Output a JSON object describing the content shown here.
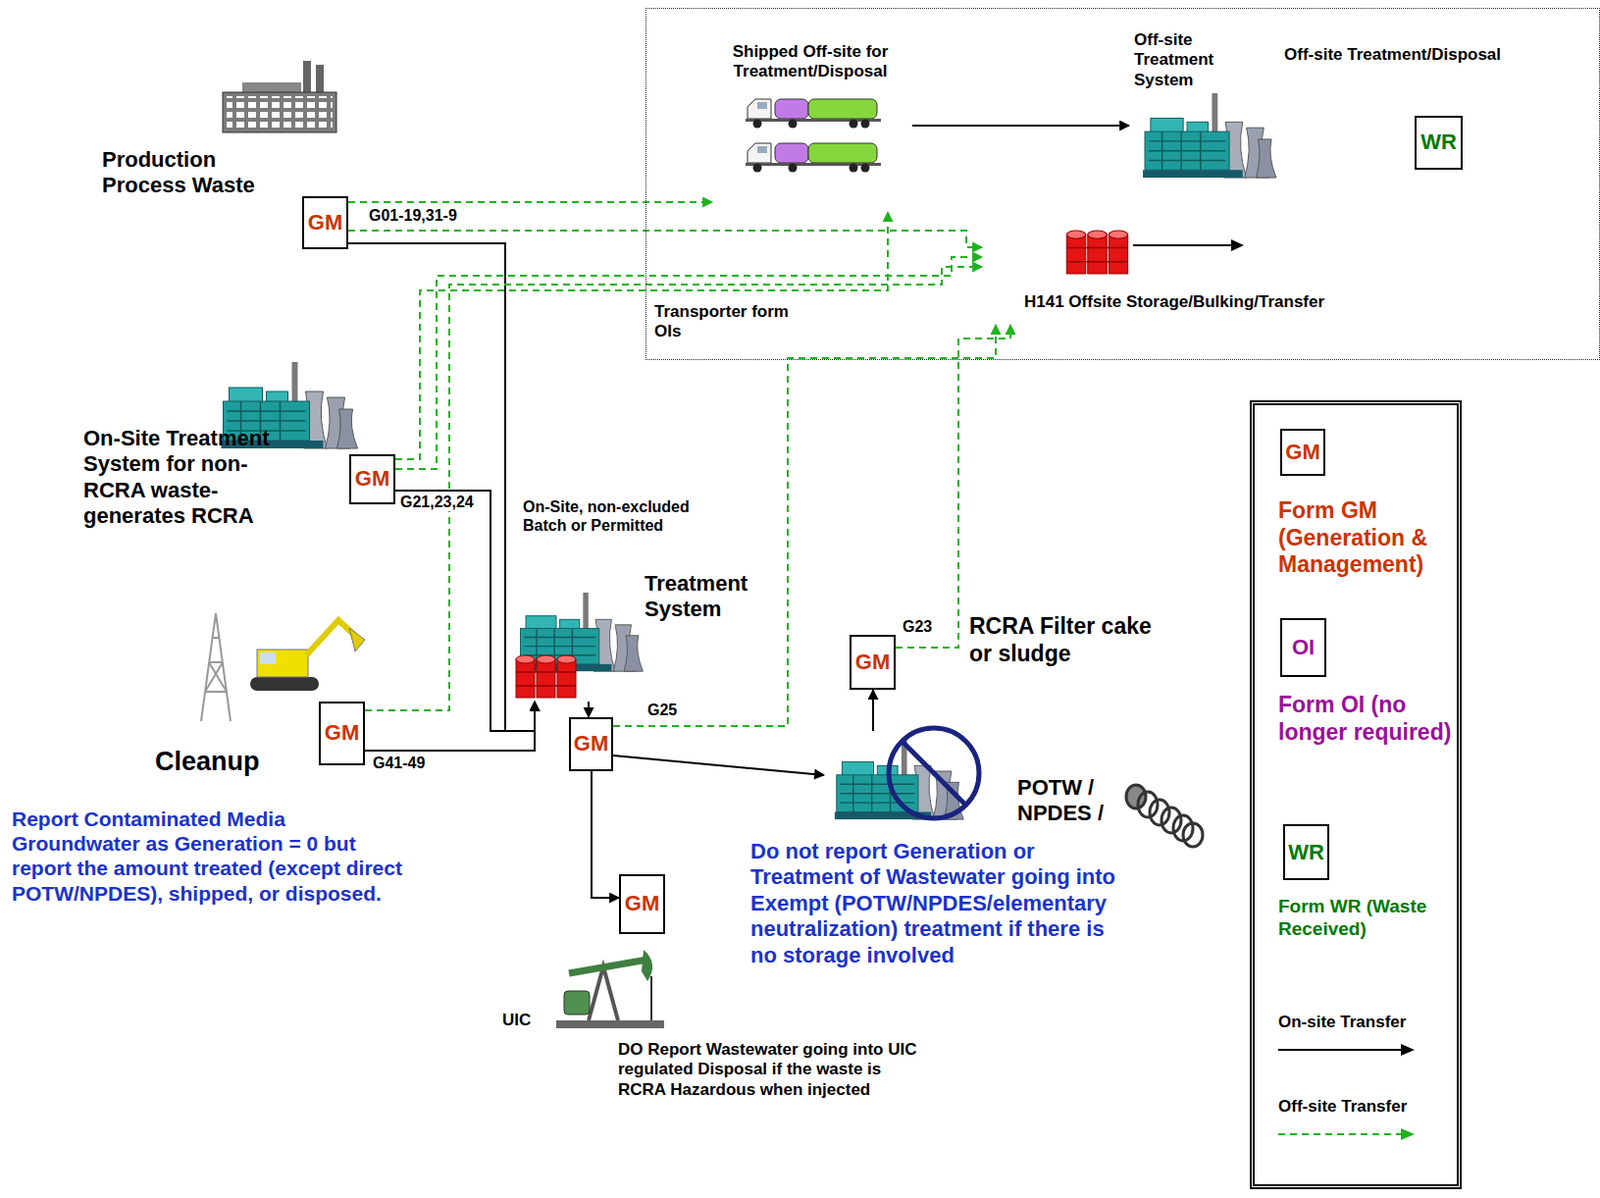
{
  "diagram": {
    "nodes": [
      {
        "text": [
          "Off-site Treatment/Disposal"
        ]
      },
      {
        "text": [
          "Shipped Off-site for Treatment/Disposal"
        ],
        "in": 0
      },
      {
        "text": [
          "Off-site Treatment System"
        ],
        "in": 0
      },
      {
        "text": [
          "WR"
        ],
        "in": 0
      },
      {
        "text": [
          "H141 Offsite Storage/Bulking/Transfer"
        ],
        "in": 0
      },
      {
        "text": [
          "Production Process Waste"
        ]
      },
      {
        "text": [
          "GM"
        ]
      },
      {
        "text": [
          "On-Site Treatment System for non-RCRA waste- generates RCRA"
        ]
      },
      {
        "text": [
          "GM"
        ]
      },
      {
        "text": [
          "On-Site, non-excluded Batch or Permitted",
          "Treatment System"
        ]
      },
      {
        "text": [
          "GM"
        ]
      },
      {
        "text": [
          "Cleanup"
        ]
      },
      {
        "text": [
          "GM"
        ]
      },
      {
        "text": [
          "GM"
        ]
      },
      {
        "text": [
          "POTW / NPDES /"
        ]
      },
      {
        "text": [
          "GM"
        ]
      },
      {
        "text": [
          "UIC"
        ]
      }
    ],
    "edges": [
      {
        "from": 6,
        "to": 1,
        "arrow": "to",
        "label": "G01-19,31-9"
      },
      {
        "from": 6,
        "to": 4,
        "arrow": "to"
      },
      {
        "from": 6,
        "to": 9,
        "arrow": "to"
      },
      {
        "from": 8,
        "to": 1,
        "arrow": "to"
      },
      {
        "from": 8,
        "to": 4,
        "arrow": "to"
      },
      {
        "from": 8,
        "to": 9,
        "arrow": "to",
        "label": "G21,23,24"
      },
      {
        "from": 12,
        "to": 4,
        "arrow": "to"
      },
      {
        "from": 12,
        "to": 9,
        "arrow": "to",
        "label": "G41-49"
      },
      {
        "from": 9,
        "to": 13,
        "arrow": "to"
      },
      {
        "from": 13,
        "to": 4,
        "arrow": "to",
        "label": "G25"
      },
      {
        "from": 13,
        "to": 14,
        "arrow": "to"
      },
      {
        "from": 13,
        "to": 15,
        "arrow": "to"
      },
      {
        "from": 14,
        "to": 10,
        "arrow": "to"
      },
      {
        "from": 10,
        "to": 4,
        "arrow": "to",
        "label": "G23"
      },
      {
        "from": 1,
        "to": 2,
        "arrow": "to"
      }
    ],
    "labels": [
      "Transporter form OIs",
      "RCRA Filter cake or sludge",
      "Report Contaminated Media Groundwater as Generation = 0 but report the amount treated (except direct POTW/NPDES), shipped, or disposed.",
      "Do not report Generation or Treatment of Wastewater going into Exempt (POTW/NPDES/elementary neutralization) treatment if there is no storage involved",
      "DO Report Wastewater going into UIC regulated Disposal if the waste is RCRA Hazardous when injected",
      "GM",
      "OI",
      "WR"
    ],
    "legend": [
      {
        "text": "Form GM (Generation & Management)"
      },
      {
        "text": "Form OI (no longer required)"
      },
      {
        "text": "Form WR (Waste Received)"
      },
      {
        "text": "On-site Transfer"
      },
      {
        "text": "Off-site Transfer"
      }
    ]
  }
}
